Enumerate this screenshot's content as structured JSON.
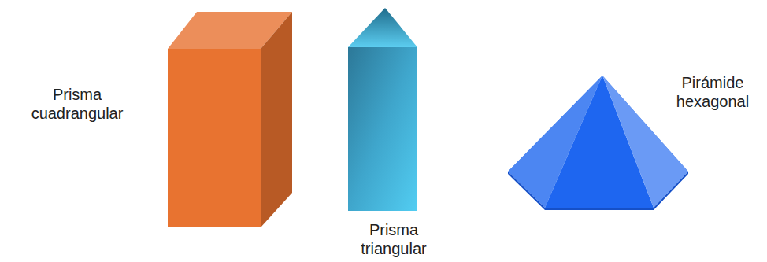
{
  "diagram": {
    "labels": [
      "Prisma cuadrangular",
      "Prisma triangular",
      "Pirámide hexagonal"
    ]
  }
}
